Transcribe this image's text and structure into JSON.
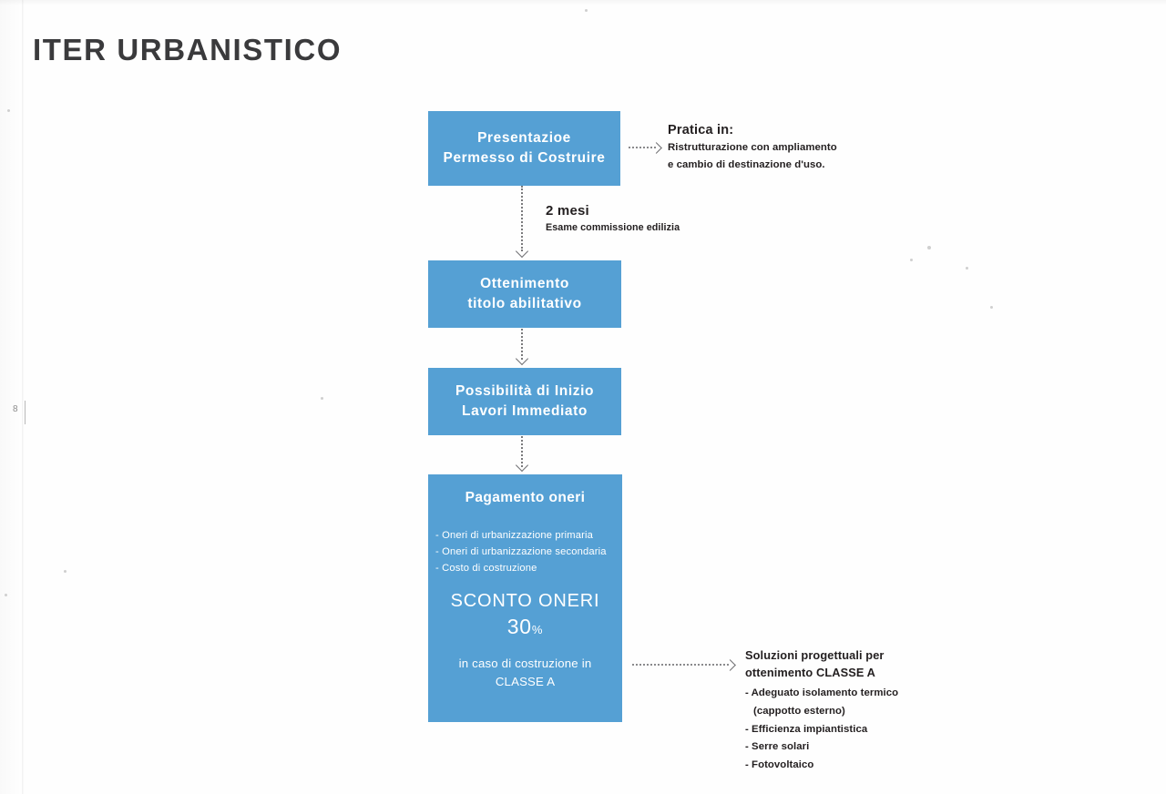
{
  "document": {
    "title": "ITER URBANISTICO",
    "page_number": "8"
  },
  "flow": {
    "boxes": [
      {
        "id": "box-1",
        "line1": "Presentazioe",
        "line2": "Permesso di Costruire"
      },
      {
        "id": "box-2",
        "line1": "Ottenimento",
        "line2": "titolo abilitativo"
      },
      {
        "id": "box-3",
        "line1": "Possibilità di Inizio",
        "line2": "Lavori Immediato"
      },
      {
        "id": "box-4",
        "title": "Pagamento oneri",
        "items": [
          "- Oneri di urbanizzazione primaria",
          "- Oneri di urbanizzazione secondaria",
          "- Costo di costruzione"
        ],
        "discount_label": "SCONTO ONERI",
        "discount_value": "30",
        "discount_unit": "%",
        "footer_line1": "in caso di costruzione in",
        "footer_line2": "CLASSE A"
      }
    ]
  },
  "annotations": {
    "pratica": {
      "heading": "Pratica in:",
      "line1": "Ristrutturazione con ampliamento",
      "line2": "e cambio di destinazione d'uso."
    },
    "esame": {
      "heading": "2 mesi",
      "line1": "Esame commissione edilizia"
    },
    "soluzioni": {
      "heading_line1": "Soluzioni  progettuali  per",
      "heading_line2": "ottenimento CLASSE A",
      "items": [
        "- Adeguato isolamento termico",
        "(cappotto esterno)",
        "- Efficienza impiantistica",
        "- Serre solari",
        "- Fotovoltaico"
      ]
    }
  },
  "colors": {
    "box_blue": "#55a0d4",
    "title_gray": "#3a3a3c",
    "text_black": "#231f20",
    "connector_gray": "#7a7a7c"
  }
}
